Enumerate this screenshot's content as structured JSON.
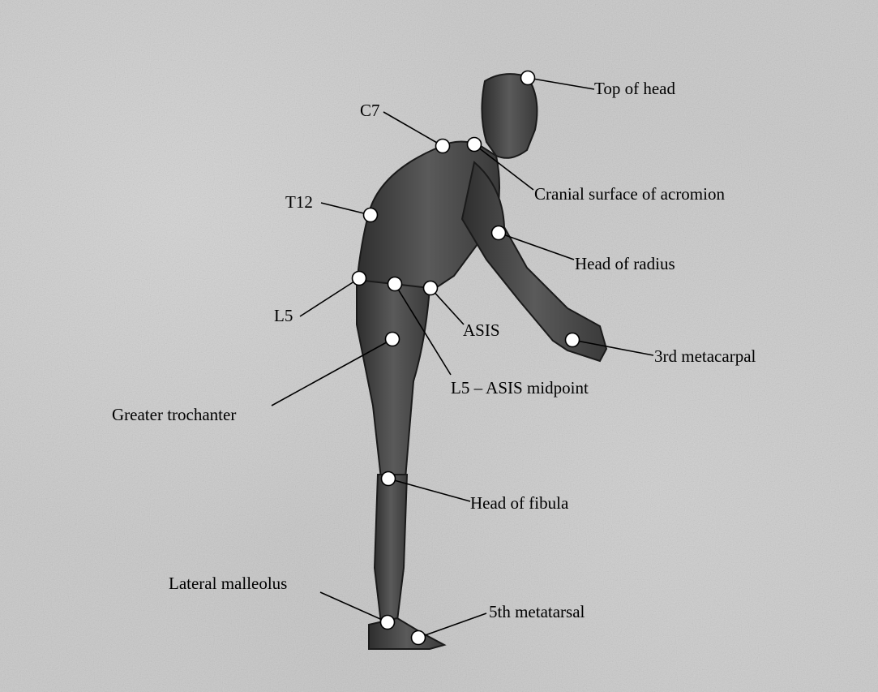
{
  "labels": {
    "top_of_head": "Top of head",
    "c7": "C7",
    "acromion": "Cranial surface of acromion",
    "t12": "T12",
    "head_of_radius": "Head of radius",
    "l5": "L5",
    "asis": "ASIS",
    "third_metacarpal": "3rd metacarpal",
    "l5_asis_midpoint": "L5 – ASIS midpoint",
    "greater_trochanter": "Greater trochanter",
    "head_of_fibula": "Head of fibula",
    "lateral_malleolus": "Lateral malleolus",
    "fifth_metatarsal": "5th metatarsal"
  }
}
